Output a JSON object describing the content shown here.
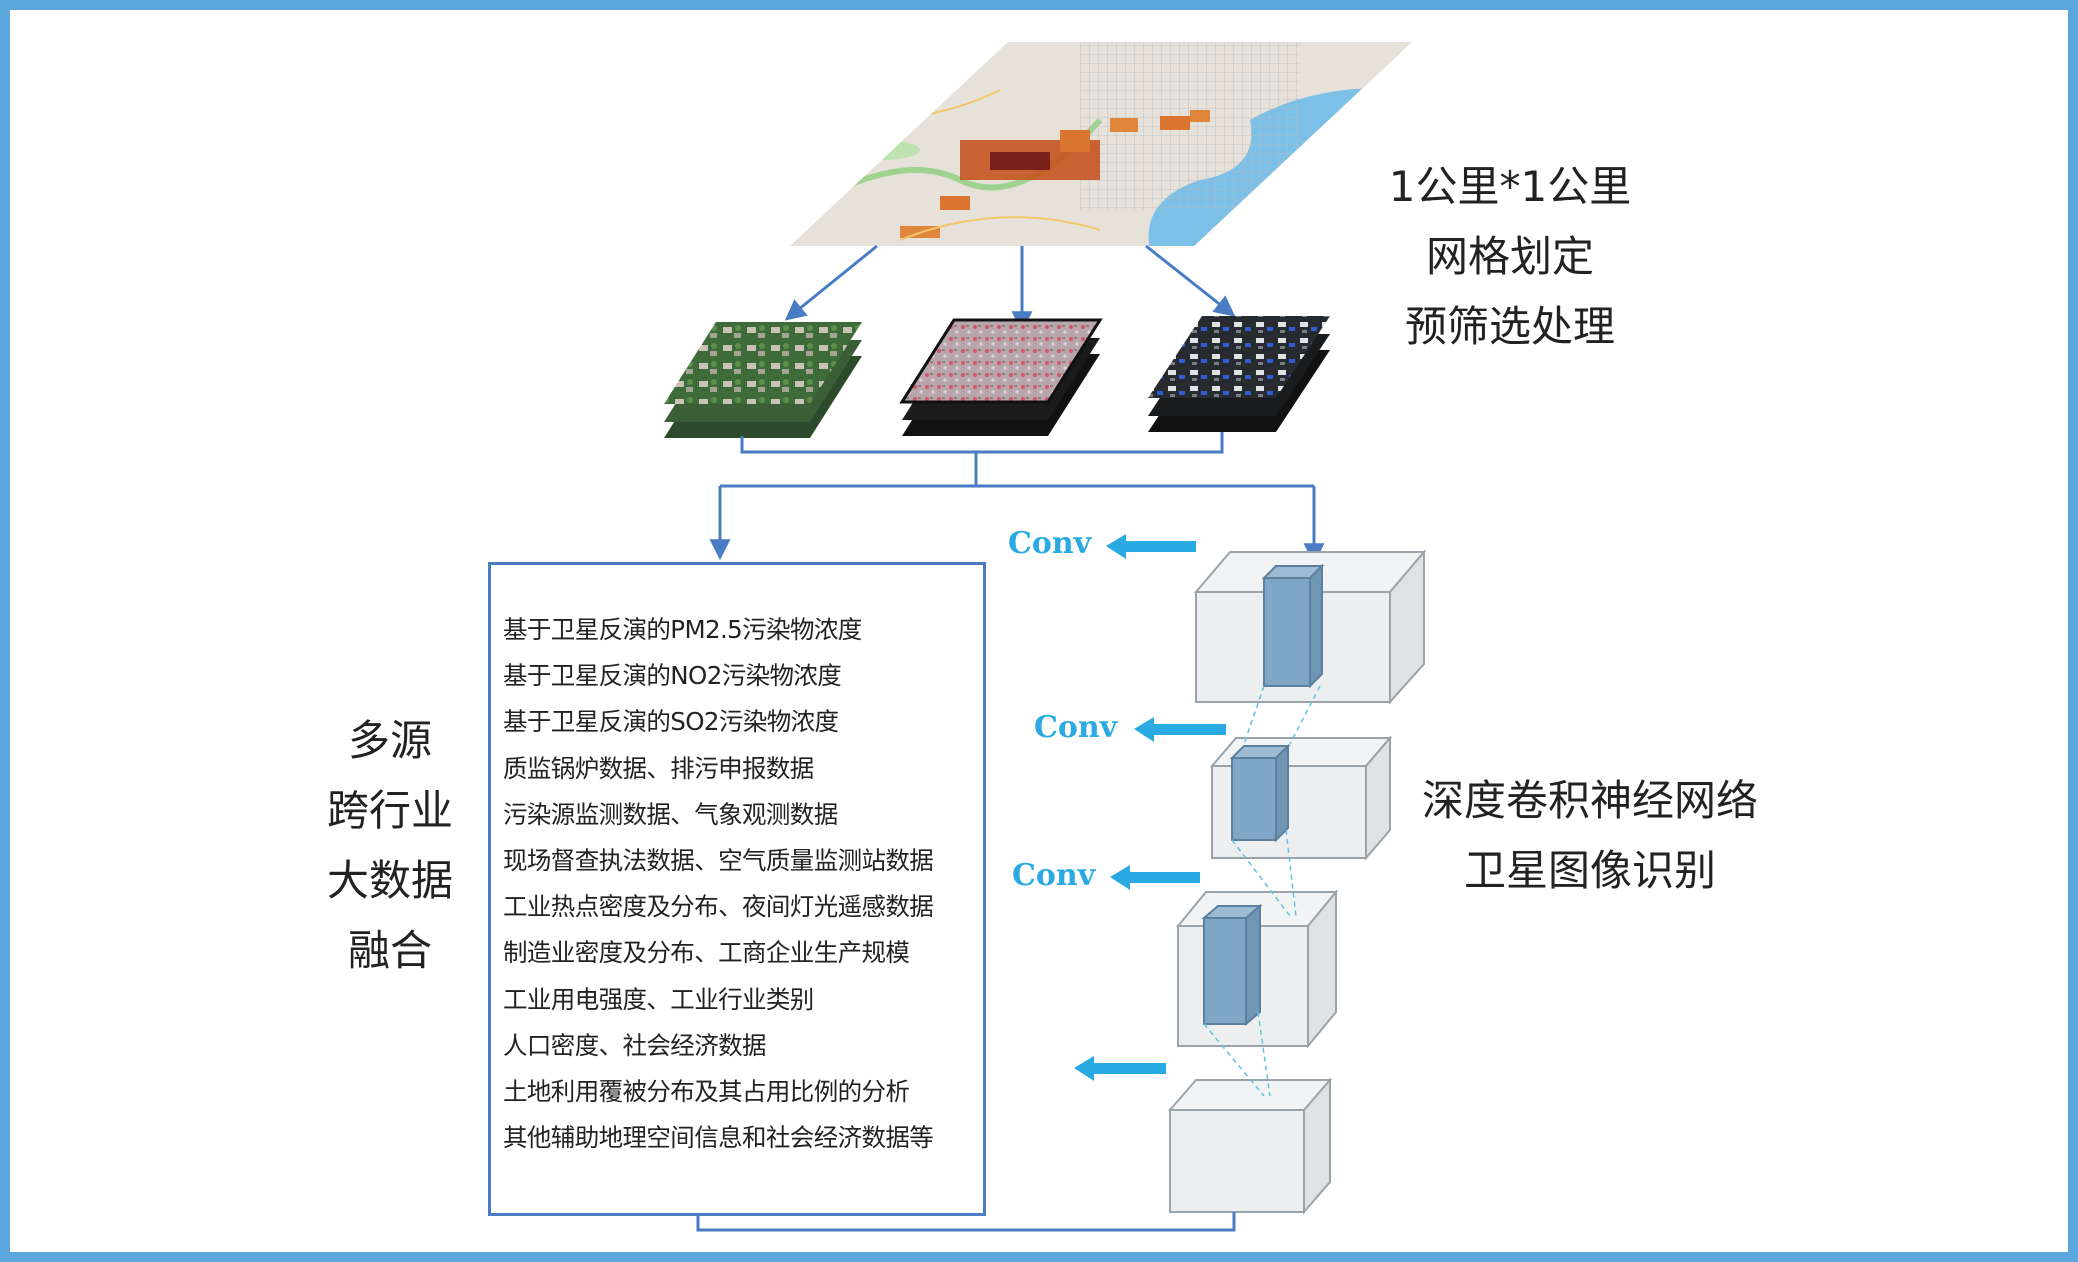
{
  "grid_caption": [
    "1公里*1公里",
    "网格划定",
    "预筛选处理"
  ],
  "fusion_caption": [
    "多源",
    "跨行业",
    "大数据",
    "融合"
  ],
  "cnn_caption": [
    "深度卷积神经网络",
    "卫星图像识别"
  ],
  "data_sources": [
    "基于卫星反演的PM2.5污染物浓度",
    "基于卫星反演的NO2污染物浓度",
    "基于卫星反演的SO2污染物浓度",
    "质监锅炉数据、排污申报数据",
    "污染源监测数据、气象观测数据",
    "现场督查执法数据、空气质量监测站数据",
    "工业热点密度及分布、夜间灯光遥感数据",
    "制造业密度及分布、工商企业生产规模",
    "工业用电强度、工业行业类别",
    "人口密度、社会经济数据",
    "土地利用覆被分布及其占用比例的分析",
    "其他辅助地理空间信息和社会经济数据等"
  ],
  "conv_labels": [
    "Conv",
    "Conv",
    "Conv"
  ],
  "colors": {
    "frame": "#5aa6dd",
    "connector": "#4a7cc4",
    "conv_arrow": "#29aae2",
    "cube_face": "#e9ecee",
    "kernel": "#7fa6c4"
  },
  "icons": {
    "map": "grid-map-icon",
    "satellite_tiles": [
      "green-satellite-stack-icon",
      "red-satellite-stack-icon",
      "dark-satellite-stack-icon"
    ],
    "cubes": "cnn-cube-icon"
  }
}
